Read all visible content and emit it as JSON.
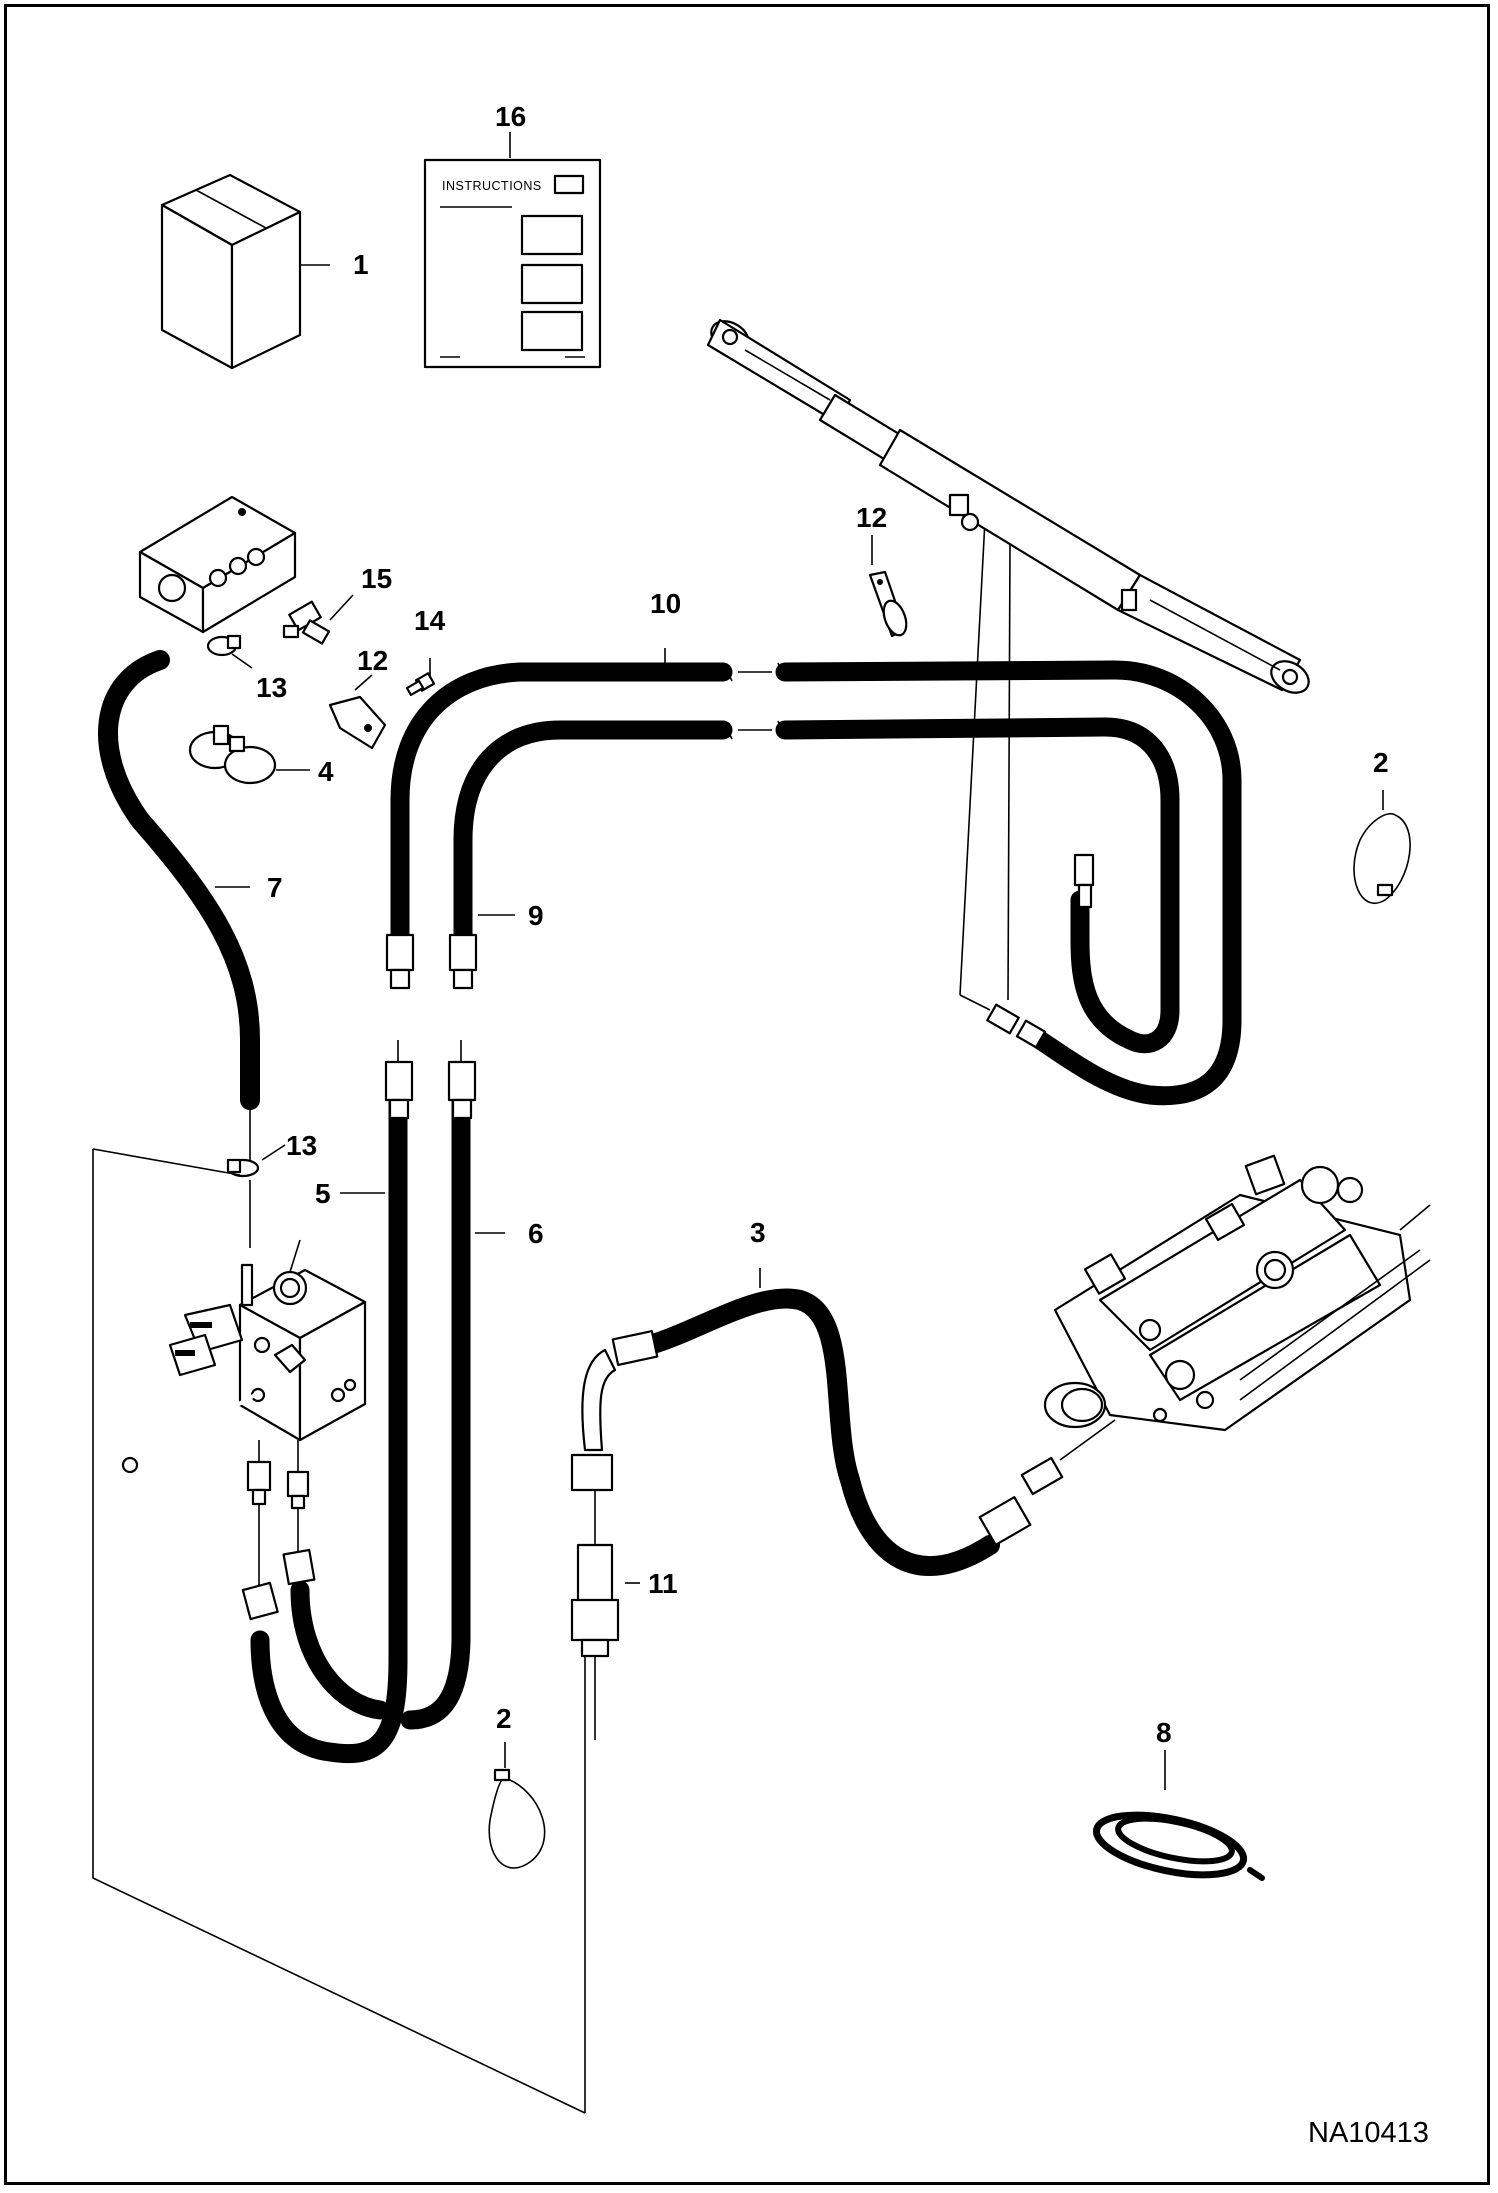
{
  "figure_id": "NA10413",
  "instructions_label": "INSTRUCTIONS",
  "callouts": {
    "c1": "1",
    "c2a": "2",
    "c2b": "2",
    "c3": "3",
    "c4": "4",
    "c5": "5",
    "c6": "6",
    "c7": "7",
    "c8": "8",
    "c9": "9",
    "c10": "10",
    "c11": "11",
    "c12a": "12",
    "c12b": "12",
    "c13a": "13",
    "c13b": "13",
    "c14": "14",
    "c15": "15",
    "c16": "16"
  },
  "colors": {
    "line": "#000000",
    "background": "#ffffff"
  }
}
